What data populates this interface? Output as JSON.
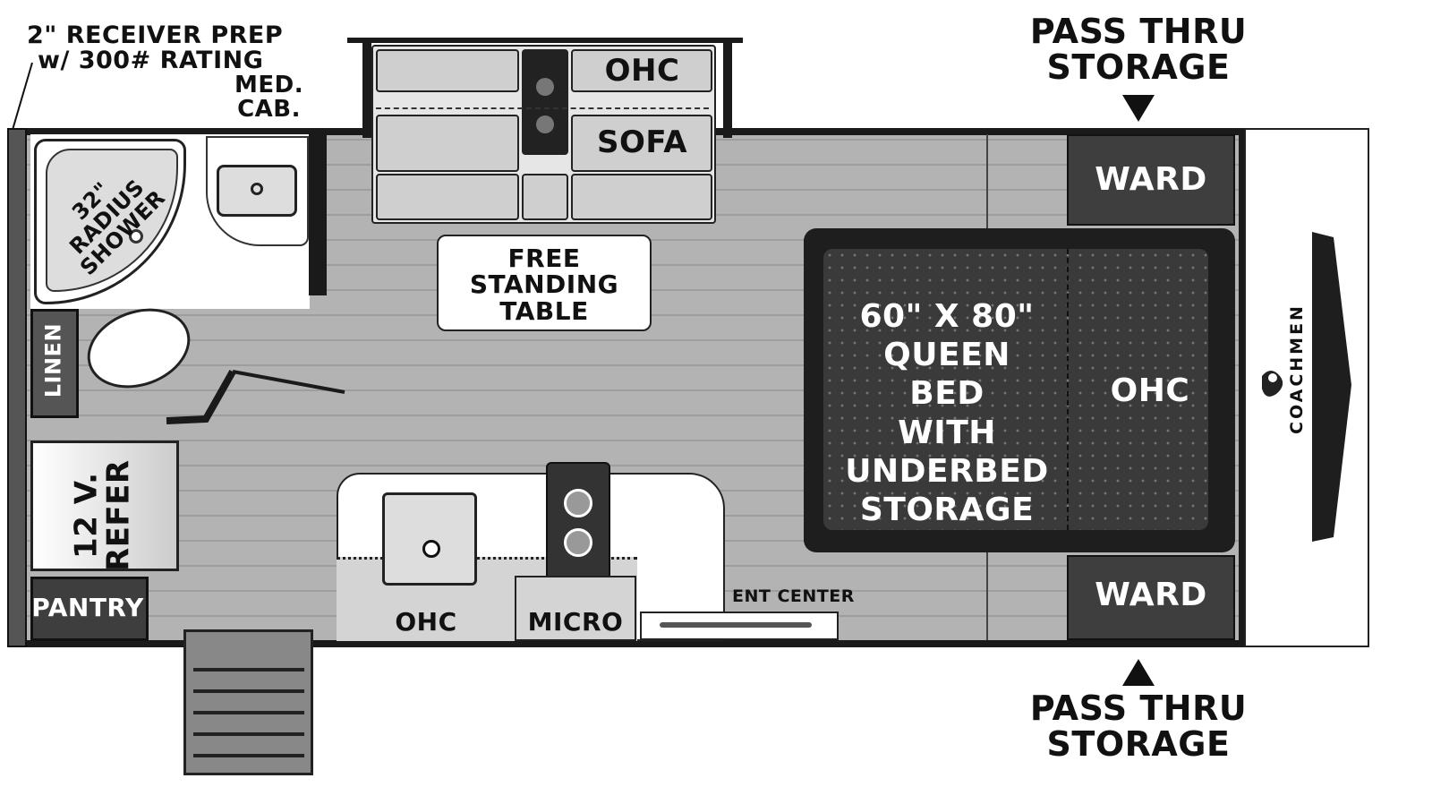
{
  "labels": {
    "receiver": [
      "2\" RECEIVER PREP",
      "w/ 300# RATING"
    ],
    "med_cab": [
      "MED.",
      "CAB."
    ],
    "shower": [
      "32\" RADIUS",
      "SHOWER"
    ],
    "linen": "LINEN",
    "refer": [
      "12 V.",
      "REFER"
    ],
    "pantry": "PANTRY",
    "slide_ohc": "OHC",
    "sofa": "SOFA",
    "table": [
      "FREE",
      "STANDING",
      "TABLE"
    ],
    "kitchen_ohc": "OHC",
    "micro": "MICRO",
    "ent_center": "ENT CENTER",
    "bed": [
      "60\" X 80\"",
      "QUEEN BED",
      "WITH",
      "UNDERBED",
      "STORAGE"
    ],
    "bed_ohc": "OHC",
    "ward_top": "WARD",
    "ward_bottom": "WARD",
    "pass_thru_top": [
      "PASS THRU",
      "STORAGE"
    ],
    "pass_thru_bottom": [
      "PASS THRU",
      "STORAGE"
    ]
  },
  "logo": {
    "text": "COACHMEN",
    "icon": "coachman-icon"
  },
  "colors": {
    "wall": "#1a1a1a",
    "floor": "#a9a9a9",
    "bed": "#3a3a3a",
    "ward": "#3e3e3e"
  }
}
